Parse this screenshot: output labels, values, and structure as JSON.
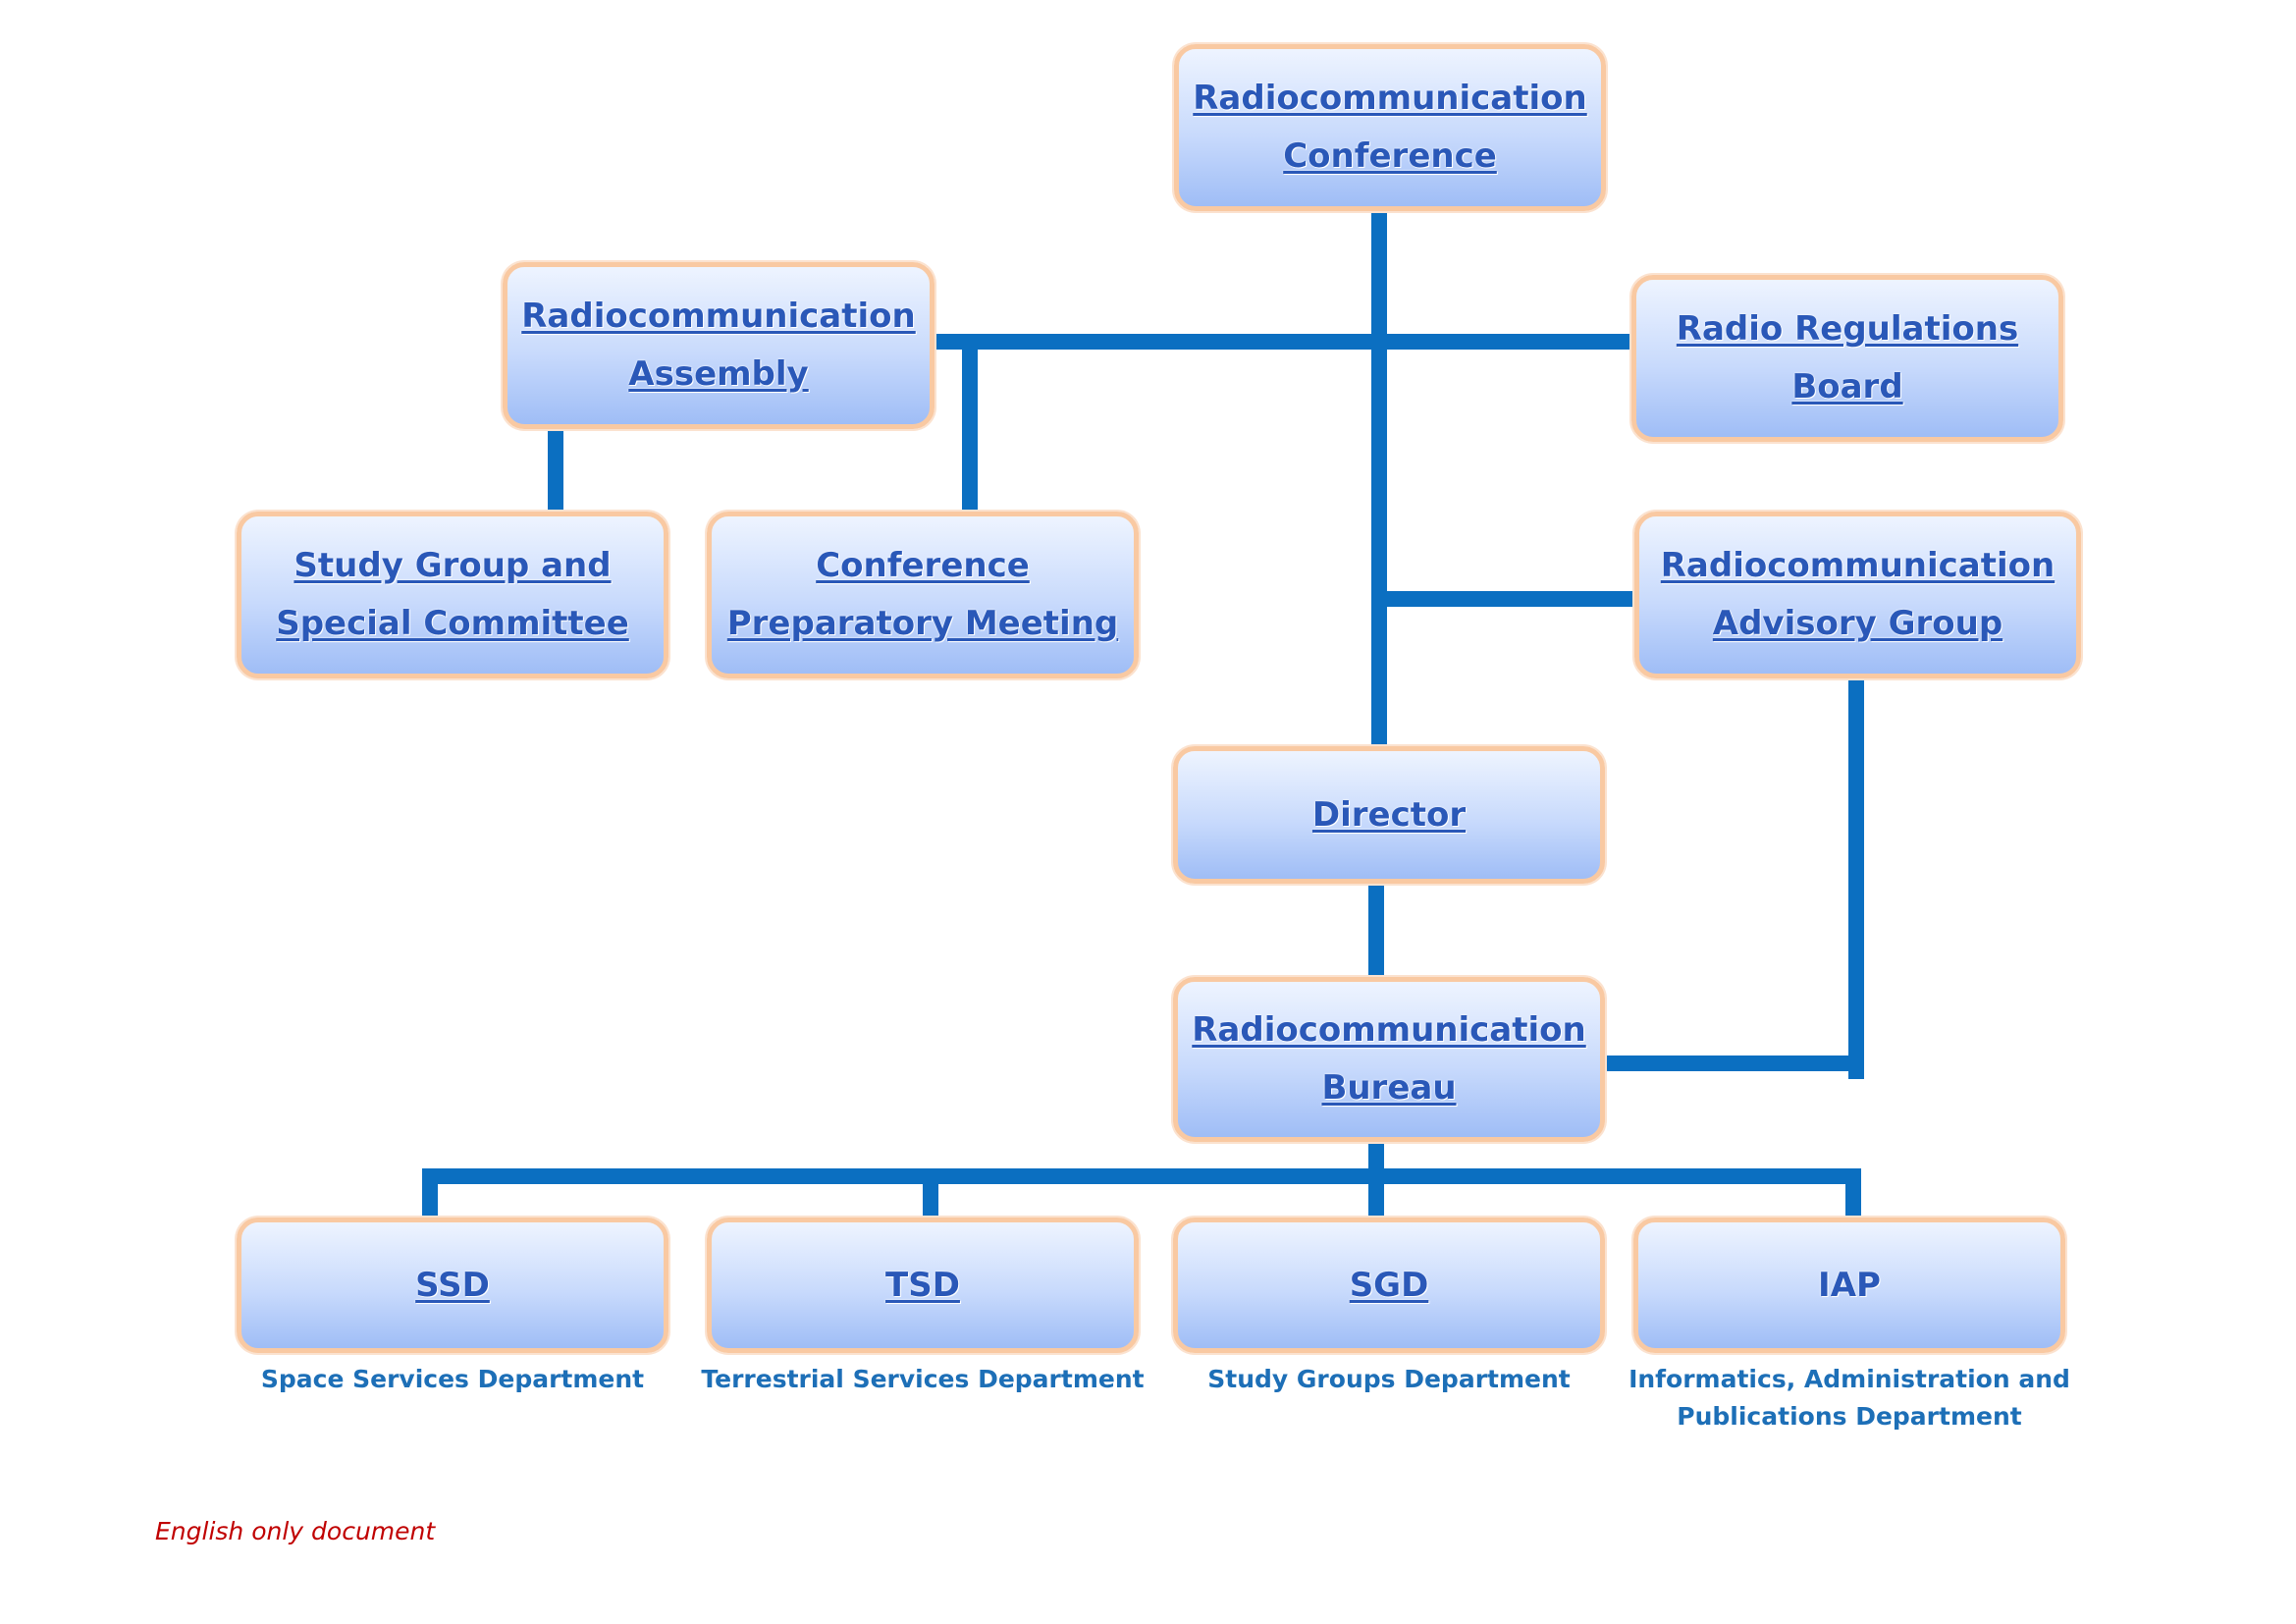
{
  "nodes": {
    "conference": {
      "line1": "Radiocommunication",
      "line2": "Conference"
    },
    "assembly": {
      "line1": "Radiocommunication",
      "line2": "Assembly"
    },
    "rrb": {
      "line1": "Radio Regulations",
      "line2": "Board"
    },
    "study_group": {
      "line1": "Study Group and",
      "line2": "Special Committee"
    },
    "cpm": {
      "line1": "Conference",
      "line2": "Preparatory Meeting"
    },
    "rag": {
      "line1": "Radiocommunication",
      "line2": "Advisory Group"
    },
    "director": {
      "line1": "Director"
    },
    "bureau": {
      "line1": "Radiocommunication",
      "line2": "Bureau"
    },
    "ssd": {
      "line1": "SSD",
      "caption": "Space Services Department"
    },
    "tsd": {
      "line1": "TSD",
      "caption": "Terrestrial Services Department"
    },
    "sgd": {
      "line1": "SGD",
      "caption": "Study Groups Department"
    },
    "iap": {
      "line1": "IAP",
      "caption1": "Informatics, Administration and",
      "caption2": "Publications Department"
    }
  },
  "footer_note": "English only document",
  "colors": {
    "connector": "#0b6fc1",
    "box_border": "#f9c9a2",
    "box_text": "#2a58b8",
    "caption_text": "#1d6fb7",
    "note_text": "#c00000"
  }
}
